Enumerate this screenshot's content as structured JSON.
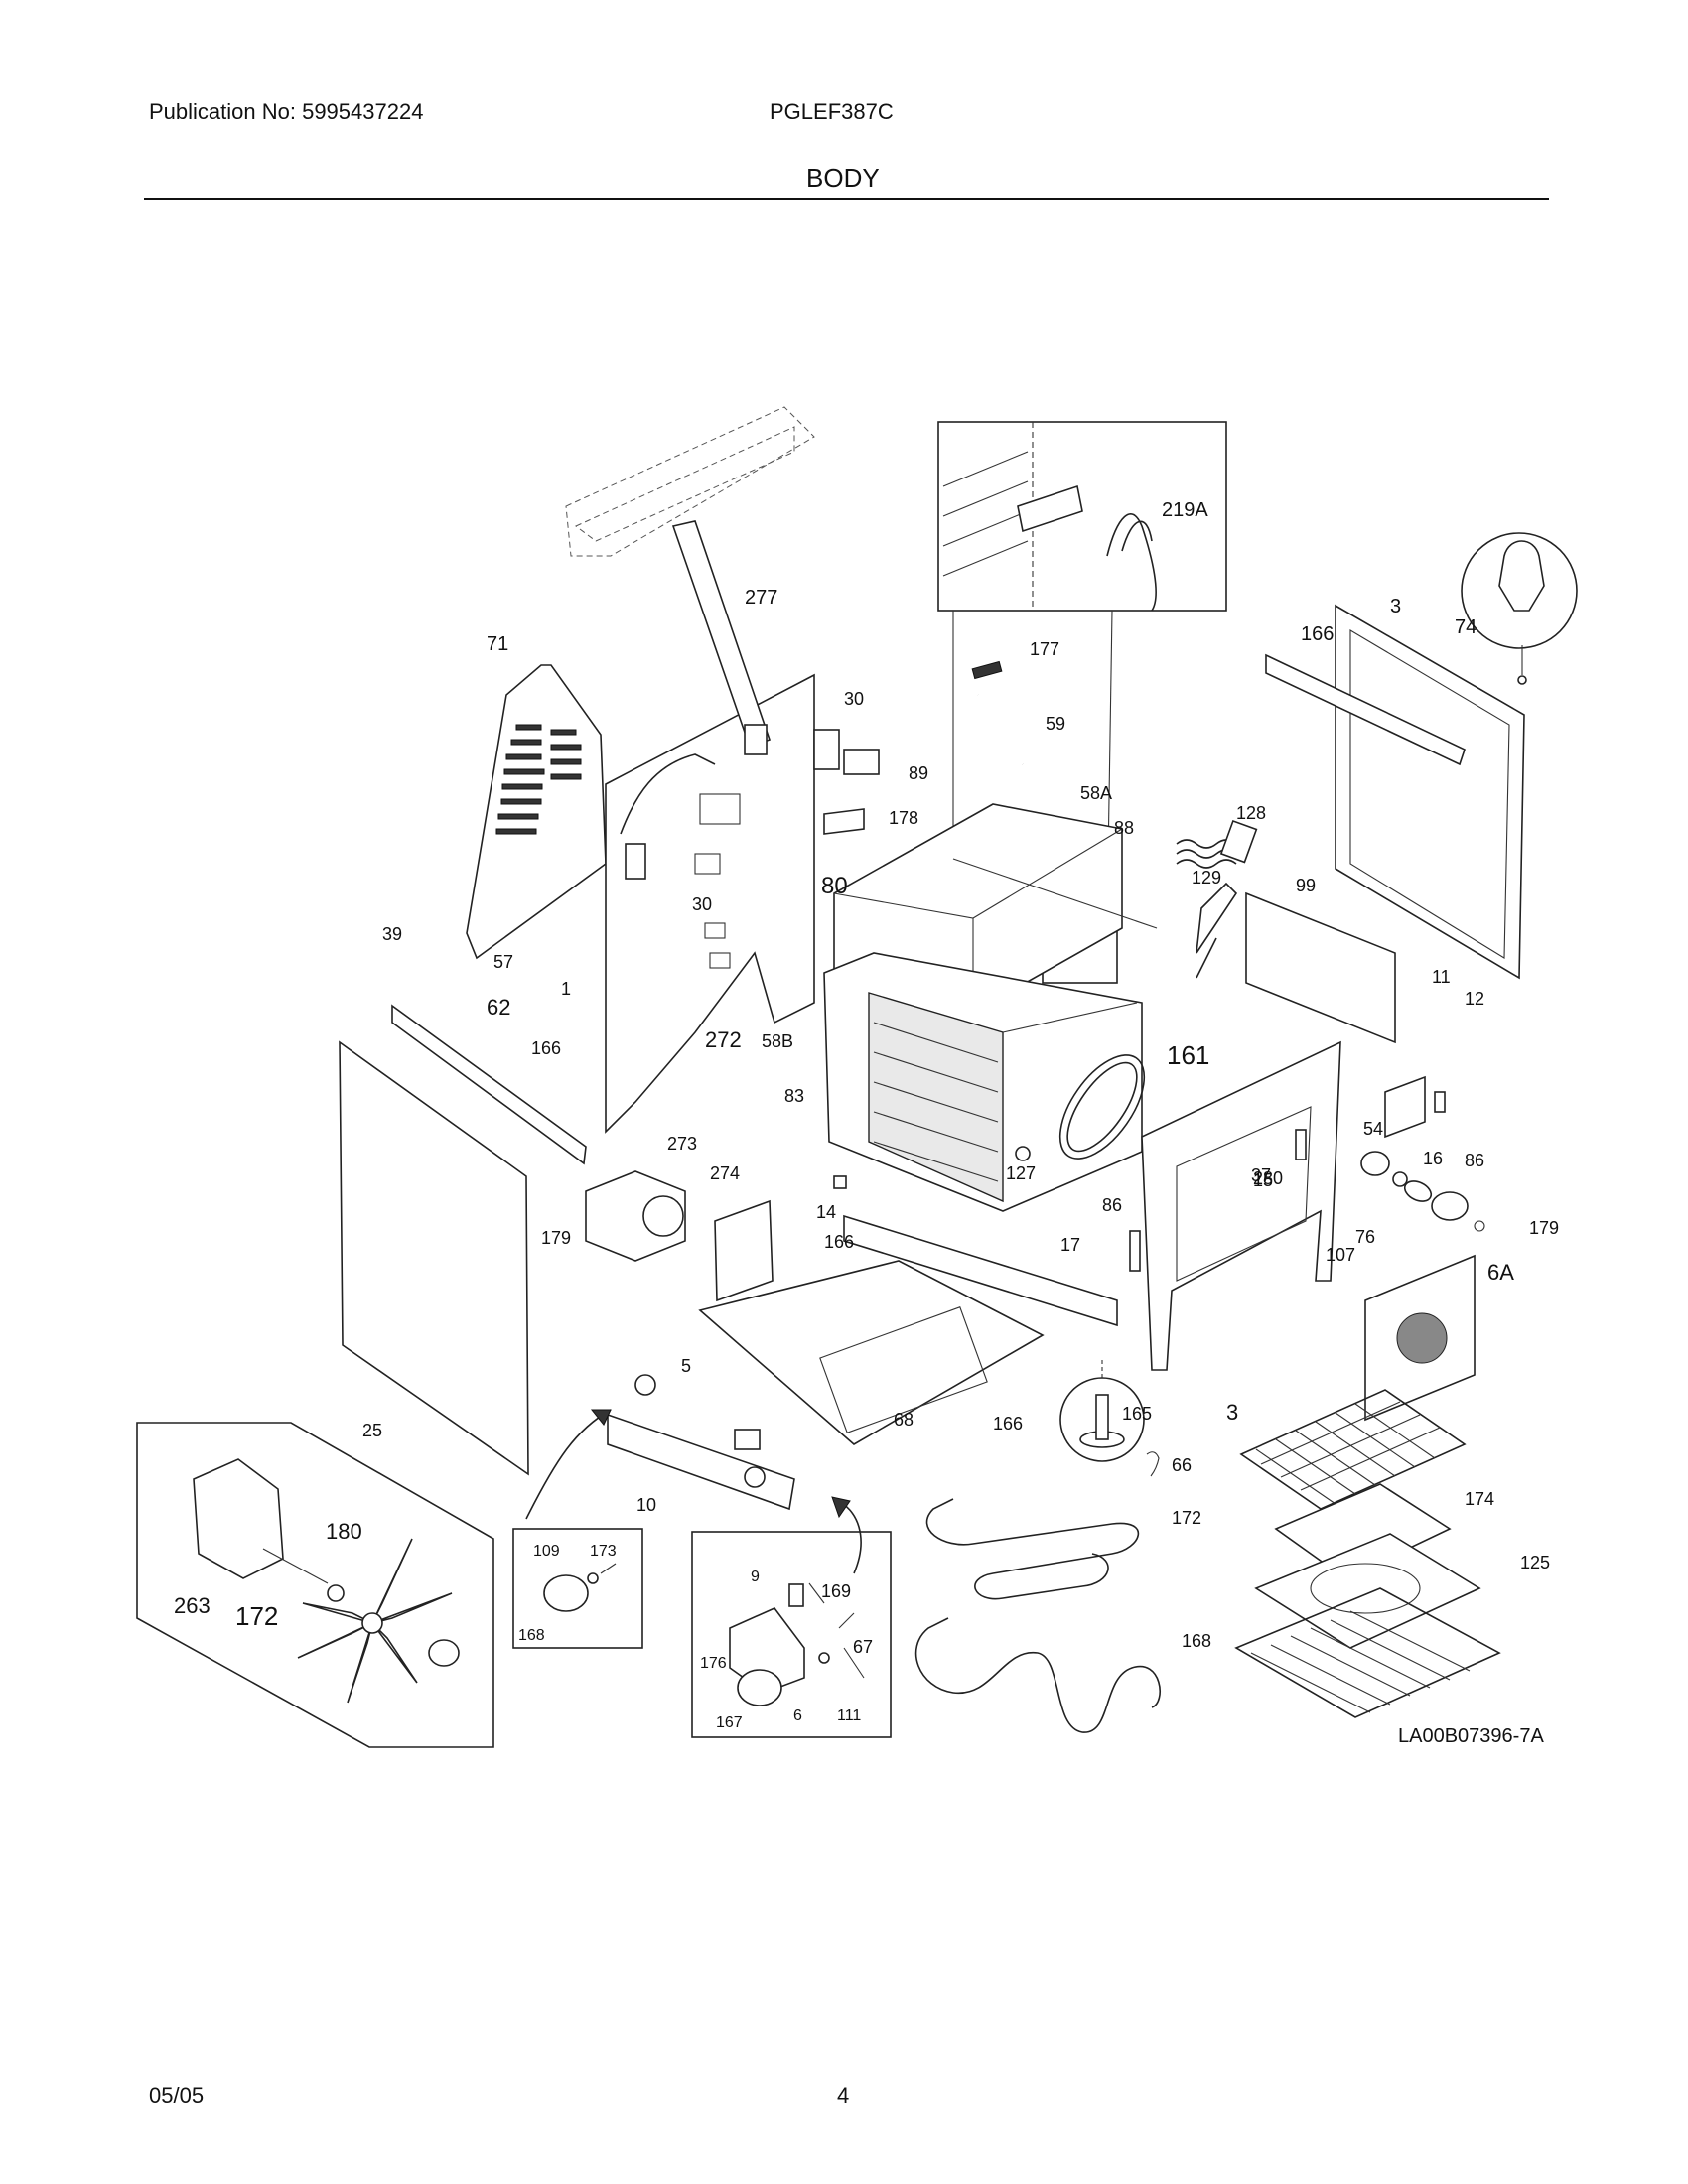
{
  "header": {
    "publication": "Publication No: 5995437224",
    "model": "PGLEF387C",
    "section_title": "BODY"
  },
  "footer": {
    "date": "05/05",
    "page_number": "4"
  },
  "diagram": {
    "drawing_id": "LA00B07396-7A",
    "callouts": [
      "219A",
      "277",
      "71",
      "177",
      "30",
      "59",
      "89",
      "166",
      "3",
      "74",
      "178",
      "58A",
      "88",
      "128",
      "129",
      "99",
      "39",
      "57",
      "1",
      "80",
      "30",
      "62",
      "272",
      "161",
      "11",
      "12",
      "58B",
      "83",
      "127",
      "166",
      "273",
      "274",
      "86",
      "54",
      "14",
      "15",
      "16",
      "86",
      "37",
      "280",
      "179",
      "166",
      "76",
      "17",
      "107",
      "179",
      "6A",
      "5",
      "3",
      "165",
      "25",
      "166",
      "68",
      "10",
      "66",
      "174",
      "172",
      "109",
      "173",
      "180",
      "9",
      "125",
      "263",
      "172",
      "169",
      "67",
      "168",
      "168",
      "176",
      "167",
      "6",
      "111"
    ]
  }
}
